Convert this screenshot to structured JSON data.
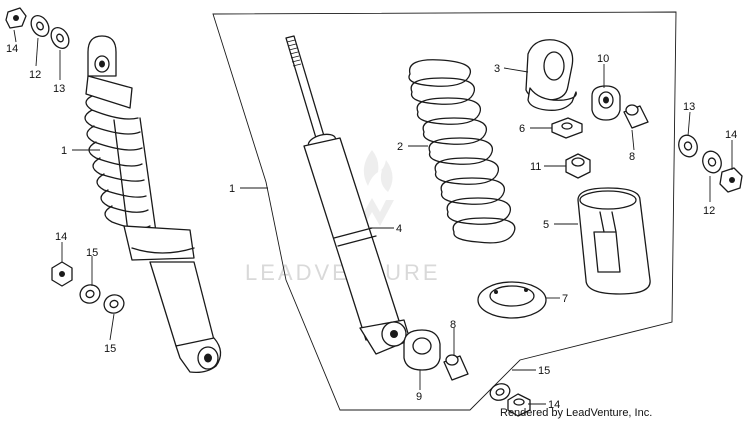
{
  "watermark": {
    "text": "LEADVENTURE"
  },
  "credit": {
    "text": "Rendered by LeadVenture, Inc."
  },
  "callouts": [
    {
      "id": "c-14-tl",
      "text": "14"
    },
    {
      "id": "c-12-tl",
      "text": "12"
    },
    {
      "id": "c-13-tl",
      "text": "13"
    },
    {
      "id": "c-1-left",
      "text": "1"
    },
    {
      "id": "c-14-ml",
      "text": "14"
    },
    {
      "id": "c-15-ml1",
      "text": "15"
    },
    {
      "id": "c-15-ml2",
      "text": "15"
    },
    {
      "id": "c-1-mid",
      "text": "1"
    },
    {
      "id": "c-4",
      "text": "4"
    },
    {
      "id": "c-2",
      "text": "2"
    },
    {
      "id": "c-3",
      "text": "3"
    },
    {
      "id": "c-10",
      "text": "10"
    },
    {
      "id": "c-6",
      "text": "6"
    },
    {
      "id": "c-8-top",
      "text": "8"
    },
    {
      "id": "c-11",
      "text": "11"
    },
    {
      "id": "c-5",
      "text": "5"
    },
    {
      "id": "c-7",
      "text": "7"
    },
    {
      "id": "c-8-bot",
      "text": "8"
    },
    {
      "id": "c-9",
      "text": "9"
    },
    {
      "id": "c-15-bot",
      "text": "15"
    },
    {
      "id": "c-14-bot",
      "text": "14"
    },
    {
      "id": "c-13-r",
      "text": "13"
    },
    {
      "id": "c-14-r",
      "text": "14"
    },
    {
      "id": "c-12-r",
      "text": "12"
    }
  ]
}
